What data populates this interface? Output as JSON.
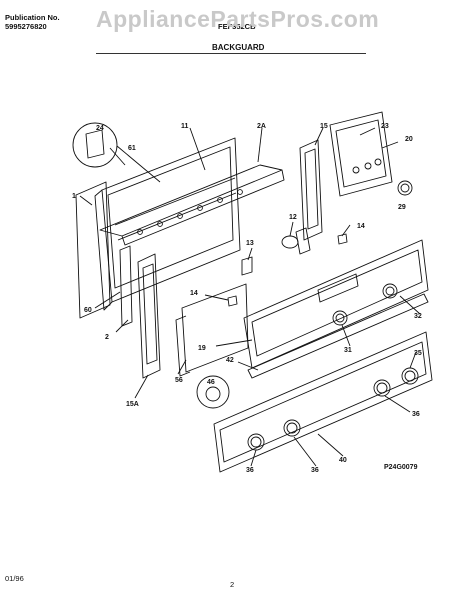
{
  "header": {
    "publication_label": "Publication No.",
    "publication_number": "5995276820",
    "model": "FEF352CB",
    "watermark": "AppliancePartsPros.com",
    "section_title": "BACKGUARD"
  },
  "diagram": {
    "figure_code": "P24G0079",
    "callouts": [
      "24",
      "61",
      "11",
      "2A",
      "15",
      "23",
      "20",
      "1",
      "29",
      "12",
      "14",
      "13",
      "14",
      "60",
      "2",
      "19",
      "31",
      "32",
      "42",
      "56",
      "46",
      "35",
      "15A",
      "36",
      "40",
      "36",
      "36"
    ]
  },
  "footer": {
    "date": "01/96",
    "page": "2"
  },
  "colors": {
    "ink": "#111111",
    "watermark": "#c9c9c9"
  }
}
